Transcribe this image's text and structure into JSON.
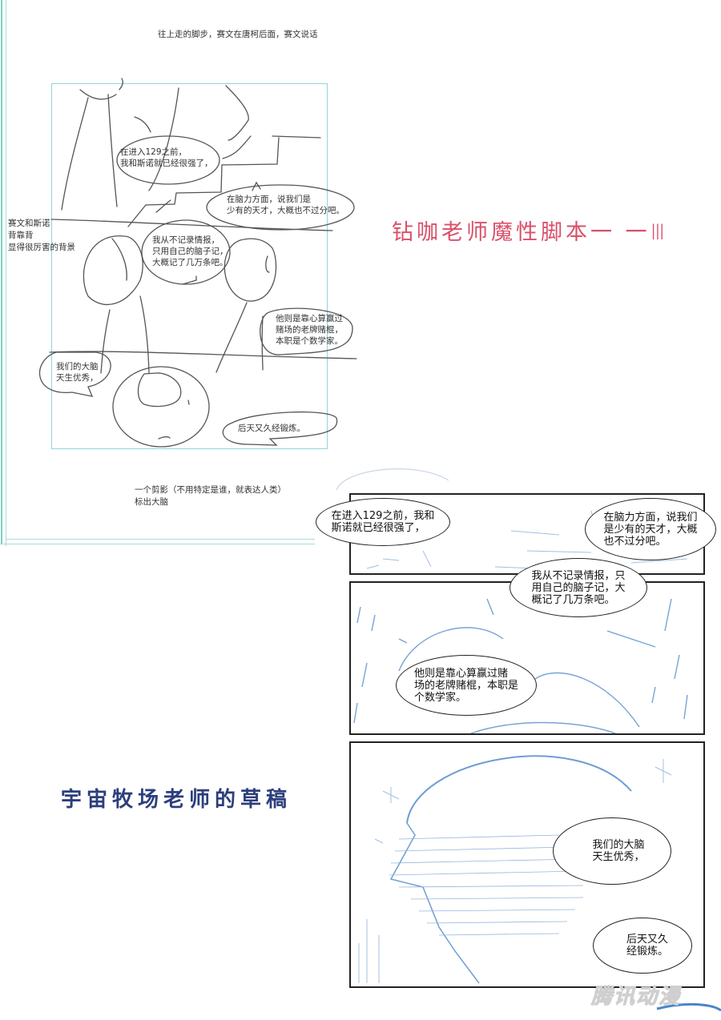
{
  "sketch_page": {
    "top_note": "往上走的脚步，赛文在唐柯后面，赛文说话",
    "side_note": "赛文和斯诺\n背靠背\n显得很厉害的背景",
    "bottom_note": "一个剪影（不用特定是谁，就表达人类）\n标出大脑",
    "bubbles": [
      "在进入129之前，\n我和斯诺就已经很强了，",
      "在脑力方面，说我们是\n少有的天才，大概也不过分吧。",
      "我从不记录情报，\n只用自己的脑子记，\n大概记了几万条吧。",
      "他则是靠心算赢过\n赌场的老牌赌棍，\n本职是个数学家。",
      "我们的大脑\n天生优秀，",
      "后天又久经锻炼。"
    ]
  },
  "titles": {
    "script_credit": "钻咖老师魔性脚本一 一Ⅲ",
    "draft_credit": "宇宙牧场老师的草稿"
  },
  "comic_page": {
    "panels": [
      {
        "bubbles": [
          "在进入129之前，我和\n斯诺就已经很强了，",
          "在脑力方面，说我们\n是少有的天才，大概\n也不过分吧。"
        ]
      },
      {
        "bubbles": [
          "我从不记录情报，只\n用自己的脑子记，大\n概记了几万条吧。",
          "他则是靠心算赢过赌\n场的老牌赌棍，本职是\n个数学家。"
        ]
      },
      {
        "bubbles": [
          "我们的大脑\n天生优秀，",
          "后天又久\n经锻炼。"
        ]
      }
    ],
    "watermark": "腾讯动漫"
  },
  "colors": {
    "guide": "#8fd6d9",
    "red_title": "#d9506a",
    "blue_title": "#2c3e7c",
    "sketch_blue": "#4a86c8"
  }
}
